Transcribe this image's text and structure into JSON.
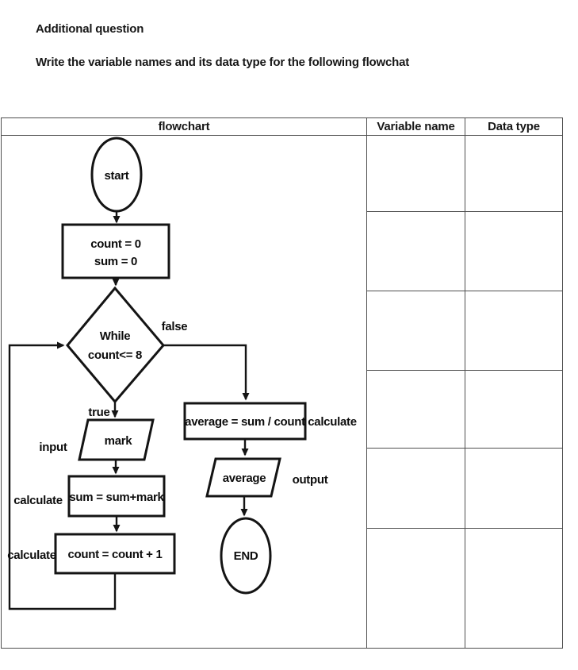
{
  "document": {
    "heading1": "Additional question",
    "heading2": "Write the variable names and its data type for the following flowchat"
  },
  "table": {
    "headers": [
      "flowchart",
      "Variable name",
      "Data type"
    ],
    "body_rows": 6
  },
  "flowchart": {
    "start_label": "start",
    "init_line1": "count = 0",
    "init_line2": "sum = 0",
    "decision_line1": "While",
    "decision_line2": "count<= 8",
    "branch_false": "false",
    "branch_true": "true",
    "mark_label": "mark",
    "input_annotation": "input",
    "sum_expr": "sum = sum+mark",
    "sum_annotation": "calculate",
    "count_expr": "count = count + 1",
    "count_annotation": "calculate",
    "average_expr": "average = sum / count",
    "average_annotation": "calculate",
    "output_shape_label": "average",
    "output_annotation": "output",
    "end_label": "END"
  }
}
